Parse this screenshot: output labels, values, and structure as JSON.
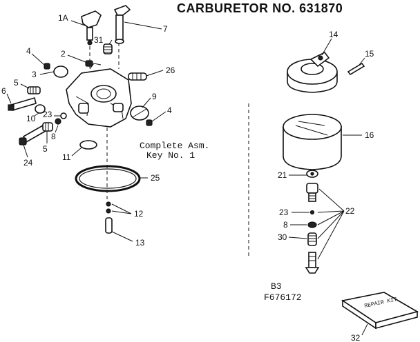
{
  "title": "CARBURETOR NO. 631870",
  "note": {
    "line1": "Complete Asm.",
    "line2": "Key No. 1"
  },
  "codes": {
    "line1": "B3",
    "line2": "F676172"
  },
  "repair_kit_text": "REPAIR KIT",
  "callouts": [
    "1A",
    "7",
    "31",
    "2",
    "4",
    "3",
    "26",
    "6",
    "5",
    "10",
    "23",
    "9",
    "4",
    "8",
    "5",
    "24",
    "11",
    "25",
    "12",
    "13",
    "14",
    "15",
    "16",
    "21",
    "22",
    "23",
    "8",
    "30",
    "32"
  ]
}
